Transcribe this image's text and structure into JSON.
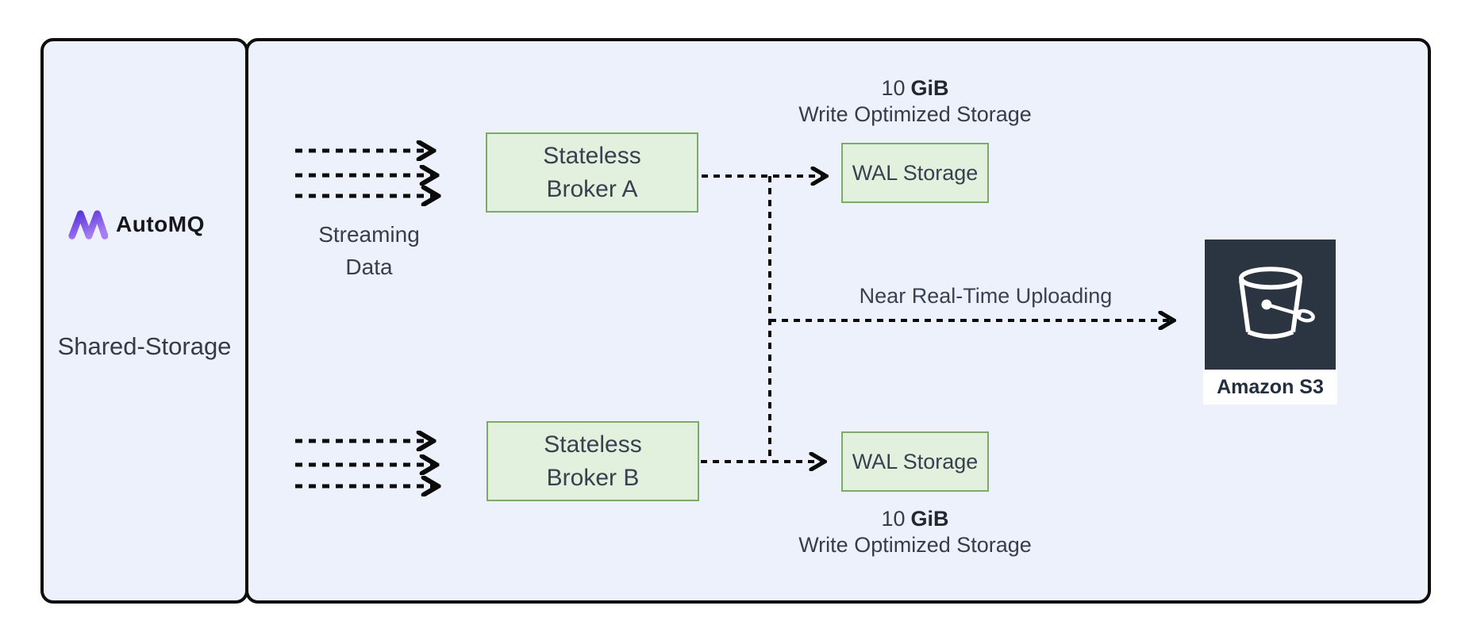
{
  "diagram": {
    "left_panel": {
      "brand": "AutoMQ",
      "title": "Shared-Storage"
    },
    "streaming": {
      "line1": "Streaming",
      "line2": "Data"
    },
    "brokers": {
      "a": {
        "line1": "Stateless",
        "line2": "Broker A"
      },
      "b": {
        "line1": "Stateless",
        "line2": "Broker B"
      }
    },
    "wal_top": {
      "label": "WAL Storage",
      "note_value": "10",
      "note_unit": "GiB",
      "note_desc": "Write Optimized Storage"
    },
    "wal_bottom": {
      "label": "WAL Storage",
      "note_value": "10",
      "note_unit": "GiB",
      "note_desc": "Write Optimized Storage"
    },
    "upload_label": "Near Real-Time Uploading",
    "s3_label": "Amazon S3",
    "colors": {
      "panel_bg": "#edf1fb",
      "panel_border": "#0d0d0d",
      "box_fill": "#e2f0de",
      "box_border": "#7fa968",
      "text": "#383f4b",
      "arrow": "#0b0b0b",
      "s3_tile": "#2b3542",
      "logo_gradient_from": "#5530d8",
      "logo_gradient_to": "#a77ef2"
    }
  }
}
